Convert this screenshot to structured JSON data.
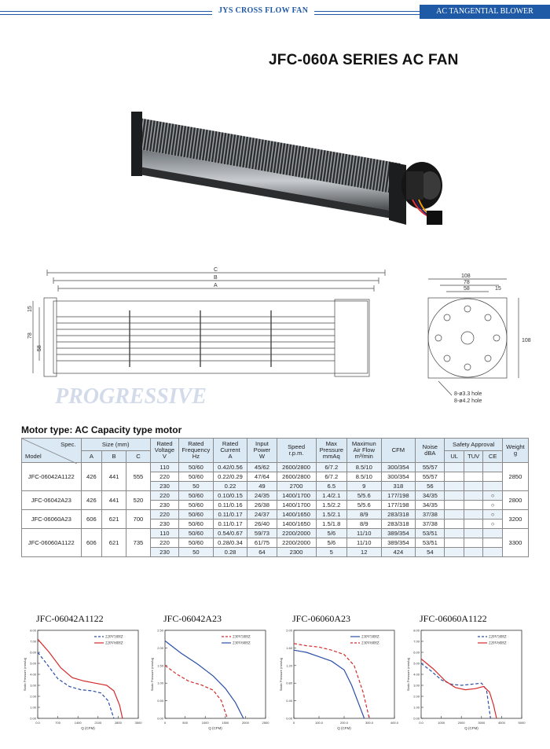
{
  "header": {
    "center_label": "JYS CROSS FLOW FAN",
    "tab_label": "AC TANGENTIAL BLOWER",
    "title": "JFC-060A SERIES AC FAN"
  },
  "drawing": {
    "labels": [
      "C",
      "B",
      "A",
      "15",
      "78",
      "58",
      "108",
      "78",
      "58",
      "15",
      "108"
    ],
    "holes": [
      "8-ø3.3 hole",
      "8-ø4.2 hole"
    ],
    "watermark": "PROGRESSIVE"
  },
  "motor_type": "Motor type: AC Capacity type motor",
  "table": {
    "spec_label": "Spec.",
    "model_label": "Model",
    "size_label": "Size (mm)",
    "size_cols": [
      "A",
      "B",
      "C"
    ],
    "rated_voltage": [
      "Rated",
      "Voltage",
      "V"
    ],
    "rated_freq": [
      "Rated",
      "Frequency",
      "Hz"
    ],
    "rated_current": [
      "Rated",
      "Current",
      "A"
    ],
    "input_power": [
      "Input",
      "Power",
      "W"
    ],
    "speed": [
      "Speed",
      "r.p.m."
    ],
    "max_pressure": [
      "Max",
      "Pressure",
      "mmAq"
    ],
    "max_airflow": [
      "Maximun",
      "Air Flow",
      "m³/min"
    ],
    "cfm": "CFM",
    "noise": [
      "Noise",
      "dBA"
    ],
    "safety": "Safety Approval",
    "safety_cols": [
      "UL",
      "TUV",
      "CE"
    ],
    "weight": [
      "Weight",
      "g"
    ],
    "models": [
      {
        "name": "JFC-06042A1122",
        "a": "426",
        "b": "441",
        "c": "555",
        "weight": "2850",
        "rows": [
          {
            "v": "110",
            "hz": "50/60",
            "a": "0.42/0.56",
            "w": "45/62",
            "rpm": "2600/2800",
            "p": "6/7.2",
            "af": "8.5/10",
            "cfm": "300/354",
            "db": "55/57",
            "ul": "",
            "tuv": "",
            "ce": ""
          },
          {
            "v": "220",
            "hz": "50/60",
            "a": "0.22/0.29",
            "w": "47/64",
            "rpm": "2600/2800",
            "p": "6/7.2",
            "af": "8.5/10",
            "cfm": "300/354",
            "db": "55/57",
            "ul": "",
            "tuv": "",
            "ce": ""
          },
          {
            "v": "230",
            "hz": "50",
            "a": "0.22",
            "w": "49",
            "rpm": "2700",
            "p": "6.5",
            "af": "9",
            "cfm": "318",
            "db": "56",
            "ul": "",
            "tuv": "",
            "ce": ""
          }
        ]
      },
      {
        "name": "JFC-06042A23",
        "a": "426",
        "b": "441",
        "c": "520",
        "weight": "2800",
        "rows": [
          {
            "v": "220",
            "hz": "50/60",
            "a": "0.10/0.15",
            "w": "24/35",
            "rpm": "1400/1700",
            "p": "1.4/2.1",
            "af": "5/5.6",
            "cfm": "177/198",
            "db": "34/35",
            "ul": "",
            "tuv": "",
            "ce": "○"
          },
          {
            "v": "230",
            "hz": "50/60",
            "a": "0.11/0.16",
            "w": "26/38",
            "rpm": "1400/1700",
            "p": "1.5/2.2",
            "af": "5/5.6",
            "cfm": "177/198",
            "db": "34/35",
            "ul": "",
            "tuv": "",
            "ce": "○"
          }
        ]
      },
      {
        "name": "JFC-06060A23",
        "a": "606",
        "b": "621",
        "c": "700",
        "weight": "3200",
        "rows": [
          {
            "v": "220",
            "hz": "50/60",
            "a": "0.11/0.17",
            "w": "24/37",
            "rpm": "1400/1650",
            "p": "1.5/2.1",
            "af": "8/9",
            "cfm": "283/318",
            "db": "37/38",
            "ul": "",
            "tuv": "",
            "ce": "○"
          },
          {
            "v": "230",
            "hz": "50/60",
            "a": "0.11/0.17",
            "w": "26/40",
            "rpm": "1400/1650",
            "p": "1.5/1.8",
            "af": "8/9",
            "cfm": "283/318",
            "db": "37/38",
            "ul": "",
            "tuv": "",
            "ce": "○"
          }
        ]
      },
      {
        "name": "JFC-06060A1122",
        "a": "606",
        "b": "621",
        "c": "735",
        "weight": "3300",
        "rows": [
          {
            "v": "110",
            "hz": "50/60",
            "a": "0.54/0.67",
            "w": "59/73",
            "rpm": "2200/2000",
            "p": "5/6",
            "af": "11/10",
            "cfm": "389/354",
            "db": "53/51",
            "ul": "",
            "tuv": "",
            "ce": ""
          },
          {
            "v": "220",
            "hz": "50/60",
            "a": "0.28/0.34",
            "w": "61/75",
            "rpm": "2200/2000",
            "p": "5/6",
            "af": "11/10",
            "cfm": "389/354",
            "db": "53/51",
            "ul": "",
            "tuv": "",
            "ce": ""
          },
          {
            "v": "230",
            "hz": "50",
            "a": "0.28",
            "w": "64",
            "rpm": "2300",
            "p": "5",
            "af": "12",
            "cfm": "424",
            "db": "54",
            "ul": "",
            "tuv": "",
            "ce": ""
          }
        ]
      }
    ]
  },
  "chart_data": [
    {
      "type": "line",
      "title": "JFC-06042A1122",
      "xlabel": "Q (CFM)",
      "ylabel": "Static Pressure (mmAq)",
      "xlim": [
        0,
        3500
      ],
      "ylim": [
        0,
        8
      ],
      "xticks": [
        "0.0",
        "700",
        "1400",
        "2100",
        "2800",
        "3500"
      ],
      "yticks": [
        "0.00",
        "1.00",
        "2.00",
        "3.00",
        "4.00",
        "5.00",
        "6.00",
        "7.00",
        "8.00"
      ],
      "series": [
        {
          "name": "220V50HZ",
          "color": "#2a4fa8",
          "dash": true,
          "points": [
            [
              0,
              6
            ],
            [
              300,
              5
            ],
            [
              700,
              3.6
            ],
            [
              1100,
              2.9
            ],
            [
              1500,
              2.6
            ],
            [
              1900,
              2.5
            ],
            [
              2200,
              2.3
            ],
            [
              2450,
              1.6
            ],
            [
              2650,
              0
            ]
          ]
        },
        {
          "name": "220V60HZ",
          "color": "#d62b2b",
          "dash": false,
          "points": [
            [
              0,
              7.2
            ],
            [
              400,
              6
            ],
            [
              800,
              4.6
            ],
            [
              1200,
              3.7
            ],
            [
              1600,
              3.4
            ],
            [
              2000,
              3.2
            ],
            [
              2400,
              3
            ],
            [
              2650,
              2.5
            ],
            [
              2850,
              1.2
            ],
            [
              2950,
              0
            ]
          ]
        }
      ]
    },
    {
      "type": "line",
      "title": "JFC-06042A23",
      "xlabel": "Q (CFM)",
      "ylabel": "Static Pressure (mmAq)",
      "xlim": [
        0,
        2500
      ],
      "ylim": [
        0,
        2.5
      ],
      "xticks": [
        "0",
        "500",
        "1000",
        "1500",
        "2000",
        "2500"
      ],
      "yticks": [
        "0.00",
        "0.50",
        "1.00",
        "1.50",
        "2.00",
        "2.50"
      ],
      "series": [
        {
          "name": "230V50HZ",
          "color": "#d62b2b",
          "dash": true,
          "points": [
            [
              0,
              1.5
            ],
            [
              300,
              1.25
            ],
            [
              600,
              1.05
            ],
            [
              900,
              0.95
            ],
            [
              1200,
              0.8
            ],
            [
              1400,
              0.5
            ],
            [
              1550,
              0
            ]
          ]
        },
        {
          "name": "230V60HZ",
          "color": "#2a4fa8",
          "dash": false,
          "points": [
            [
              0,
              2.2
            ],
            [
              400,
              1.85
            ],
            [
              800,
              1.55
            ],
            [
              1200,
              1.2
            ],
            [
              1500,
              0.85
            ],
            [
              1750,
              0.45
            ],
            [
              1950,
              0
            ]
          ]
        }
      ]
    },
    {
      "type": "line",
      "title": "JFC-06060A23",
      "xlabel": "Q (CFM)",
      "ylabel": "Static Pressure (mmAq)",
      "xlim": [
        0,
        400
      ],
      "ylim": [
        0,
        2.0
      ],
      "xticks": [
        "0",
        "100.0",
        "200.0",
        "300.0",
        "400.0"
      ],
      "yticks": [
        "0.00",
        "0.40",
        "0.80",
        "1.20",
        "1.60",
        "2.00"
      ],
      "series": [
        {
          "name": "230V50HZ",
          "color": "#2a4fa8",
          "dash": false,
          "points": [
            [
              0,
              1.55
            ],
            [
              50,
              1.5
            ],
            [
              100,
              1.4
            ],
            [
              150,
              1.3
            ],
            [
              200,
              1.1
            ],
            [
              230,
              0.75
            ],
            [
              260,
              0.3
            ],
            [
              280,
              0
            ]
          ]
        },
        {
          "name": "230V60HZ",
          "color": "#d62b2b",
          "dash": true,
          "points": [
            [
              0,
              1.7
            ],
            [
              50,
              1.65
            ],
            [
              100,
              1.62
            ],
            [
              150,
              1.55
            ],
            [
              200,
              1.45
            ],
            [
              240,
              1.2
            ],
            [
              275,
              0.6
            ],
            [
              300,
              0
            ]
          ]
        }
      ]
    },
    {
      "type": "line",
      "title": "JFC-06060A1122",
      "xlabel": "Q (CFM)",
      "ylabel": "Static Pressure (mmAq)",
      "xlim": [
        0,
        5000
      ],
      "ylim": [
        0,
        8
      ],
      "xticks": [
        "0.0",
        "1000",
        "2000",
        "3000",
        "4000",
        "5000"
      ],
      "yticks": [
        "0.00",
        "1.00",
        "2.00",
        "3.00",
        "4.00",
        "5.00",
        "6.00",
        "7.00",
        "8.00"
      ],
      "series": [
        {
          "name": "220V50HZ",
          "color": "#2a4fa8",
          "dash": true,
          "points": [
            [
              0,
              5
            ],
            [
              500,
              4.3
            ],
            [
              1000,
              3.5
            ],
            [
              1500,
              3.1
            ],
            [
              2000,
              3
            ],
            [
              2500,
              3.1
            ],
            [
              3000,
              3.2
            ],
            [
              3250,
              2.6
            ],
            [
              3450,
              0
            ]
          ]
        },
        {
          "name": "220V60HZ",
          "color": "#d62b2b",
          "dash": false,
          "points": [
            [
              0,
              5.4
            ],
            [
              600,
              4.5
            ],
            [
              1200,
              3.4
            ],
            [
              1700,
              2.8
            ],
            [
              2200,
              2.6
            ],
            [
              2700,
              2.7
            ],
            [
              3100,
              2.9
            ],
            [
              3400,
              2.4
            ],
            [
              3600,
              1.2
            ],
            [
              3750,
              0
            ]
          ]
        }
      ]
    }
  ]
}
